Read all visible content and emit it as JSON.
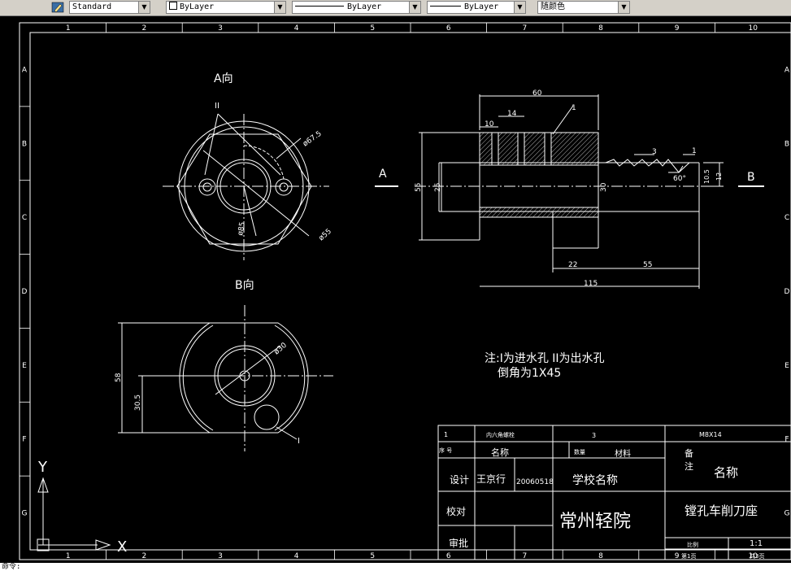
{
  "toolbar": {
    "text_style": "Standard",
    "layer": "ByLayer",
    "linetype": "ByLayer",
    "lineweight": "ByLayer",
    "color": "随颜色"
  },
  "border": {
    "columns": [
      "1",
      "2",
      "3",
      "4",
      "5",
      "6",
      "7",
      "8",
      "9",
      "10"
    ],
    "rows": [
      "A",
      "B",
      "C",
      "D",
      "E",
      "F",
      "G"
    ]
  },
  "views": {
    "view_a_label": "A向",
    "view_b_label": "B向",
    "section_a": "A",
    "section_b": "B",
    "hole_ii": "II",
    "hole_i": "I",
    "callout_1": "1"
  },
  "dimensions": {
    "d60": "60",
    "d14": "14",
    "d10": "10",
    "d55v": "55",
    "d25": "25",
    "d30": "30",
    "d22": "22",
    "d55h": "55",
    "d115": "115",
    "d3": "3",
    "d1": "1",
    "d60deg": "60°",
    "d10_5": "10.5",
    "d12": "12",
    "phi67_5": "ø67.5",
    "phi85": "ø85",
    "phi55": "ø55",
    "phi30": "ø30",
    "d58": "58",
    "d30_5": "30.5"
  },
  "notes": {
    "line1": "注:I为进水孔  II为出水孔",
    "line2": "倒角为1X45"
  },
  "title_block": {
    "row1_no": "1",
    "row1_name": "内六角螺栓",
    "row1_qty": "3",
    "row1_spec": "M8X14",
    "hdr_no": "序 号",
    "hdr_name": "名称",
    "hdr_qty": "数量",
    "hdr_material": "材料",
    "hdr_remark1": "备",
    "hdr_remark2": "注",
    "design_label": "设计",
    "designer": "王京行",
    "date": "20060518",
    "school_label": "学校名称",
    "name_label": "名称",
    "check_label": "校对",
    "school": "常州轻院",
    "part_name": "镗孔车削刀座",
    "approve_label": "审批",
    "scale_label": "比例",
    "scale": "1:1",
    "sheet": "第1页",
    "total": "共3页"
  },
  "ucs": {
    "y": "Y",
    "x": "X"
  },
  "command_line": "命令:"
}
